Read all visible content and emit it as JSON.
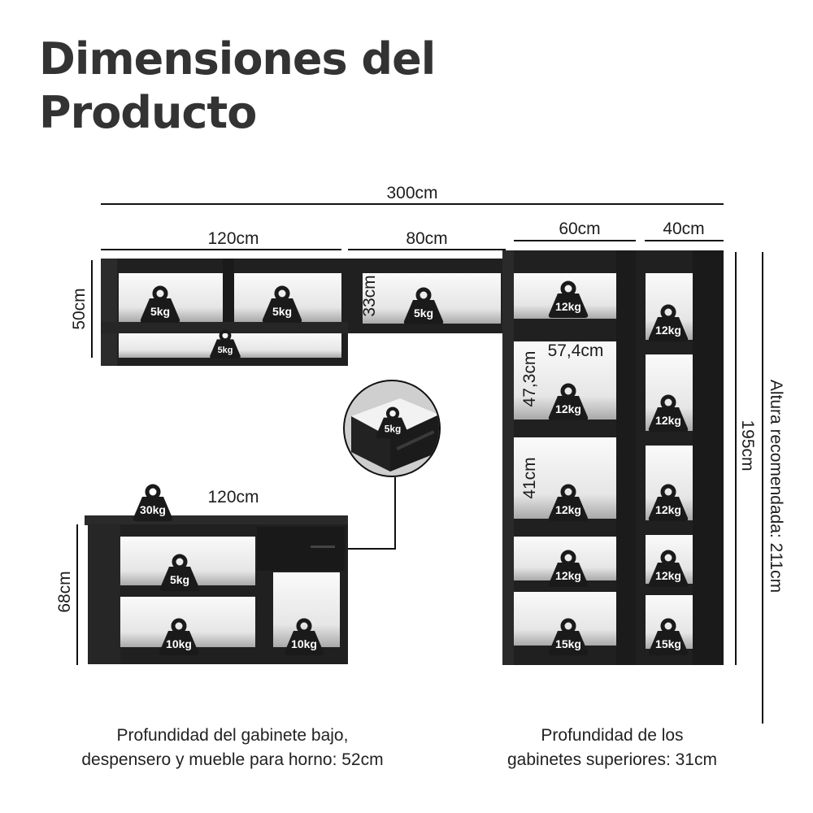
{
  "title": {
    "line1": "Dimensiones del",
    "line2": "Producto"
  },
  "dimensions": {
    "total_width": "300cm",
    "upper_left_width": "120cm",
    "upper_mid_width": "80cm",
    "pantry_width": "60cm",
    "tall_width": "40cm",
    "upper_height": "50cm",
    "mid_niche_height": "33cm",
    "niche_width": "57,4cm",
    "niche_height_a": "47,3cm",
    "niche_height_b": "41cm",
    "total_height": "195cm",
    "recommended_height": "Altura recomendada: 211cm",
    "base_width": "120cm",
    "base_height": "68cm"
  },
  "weights": {
    "upper_left_a": "5kg",
    "upper_left_b": "5kg",
    "upper_left_bottom": "5kg",
    "upper_mid": "5kg",
    "drawer": "5kg",
    "base_top": "30kg",
    "base_shelf": "5kg",
    "base_bottom_left": "10kg",
    "base_bottom_right": "10kg",
    "pantry_1": "12kg",
    "pantry_2": "12kg",
    "pantry_3": "12kg",
    "pantry_4": "12kg",
    "pantry_5": "15kg",
    "tall_1": "12kg",
    "tall_2": "12kg",
    "tall_3": "12kg",
    "tall_4": "12kg",
    "tall_5": "15kg"
  },
  "notes": {
    "base_depth_line1": "Profundidad del gabinete bajo,",
    "base_depth_line2": "despensero y mueble para horno: 52cm",
    "upper_depth_line1": "Profundidad de los",
    "upper_depth_line2": "gabinetes superiores: 31cm"
  },
  "colors": {
    "cabinet": "#202020",
    "cabinet_light": "#2e2e2e",
    "interior": "#e9e9e9",
    "dimension_line": "#111111",
    "weight_icon": "#1a1a1a"
  }
}
